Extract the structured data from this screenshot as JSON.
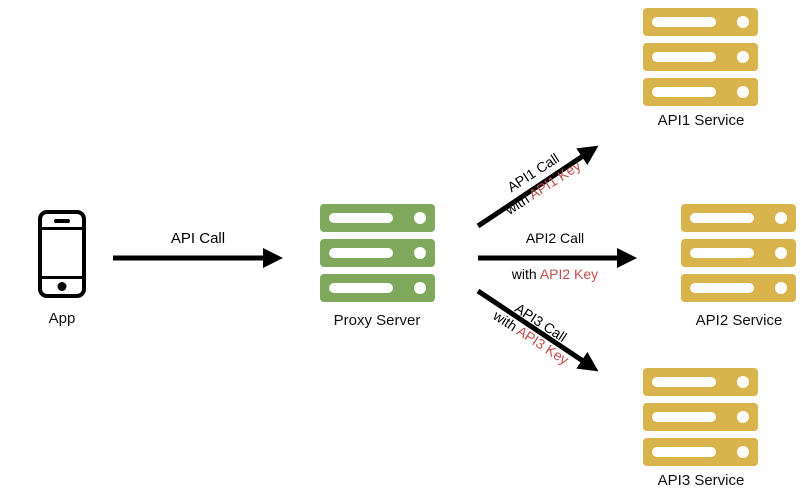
{
  "diagram": {
    "nodes": {
      "app": {
        "label": "App",
        "icon": "smartphone-icon"
      },
      "proxy": {
        "label": "Proxy Server",
        "icon": "server-stack-icon"
      },
      "api1": {
        "label": "API1 Service",
        "icon": "server-stack-icon"
      },
      "api2": {
        "label": "API2 Service",
        "icon": "server-stack-icon"
      },
      "api3": {
        "label": "API3 Service",
        "icon": "server-stack-icon"
      }
    },
    "edges": {
      "app_to_proxy": {
        "label": "API Call"
      },
      "proxy_to_api1": {
        "call_label": "API1 Call",
        "key_prefix": "with ",
        "key_label": "API1 Key"
      },
      "proxy_to_api2": {
        "call_label": "API2 Call",
        "key_prefix": "with ",
        "key_label": "API2 Key"
      },
      "proxy_to_api3": {
        "call_label": "API3 Call",
        "key_prefix": "with ",
        "key_label": "API3 Key"
      }
    },
    "colors": {
      "proxy_server_green": "#7FA85C",
      "api_server_gold": "#D9B34C",
      "api_key_red": "#C0504D",
      "arrow_black": "#000000",
      "background": "#FFFFFF"
    }
  }
}
